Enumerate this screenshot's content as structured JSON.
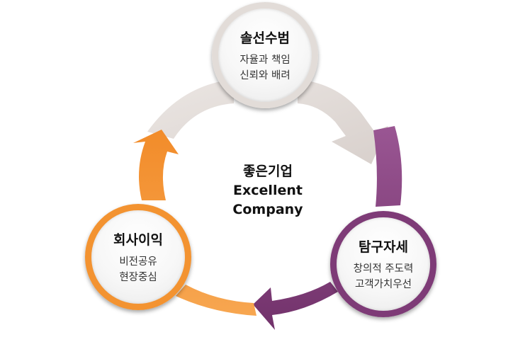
{
  "center": {
    "title_ko": "좋은기업",
    "line1": "Excellent",
    "line2": "Company"
  },
  "nodes": {
    "top": {
      "title": "솔선수범",
      "line1": "자율과 책임",
      "line2": "신뢰와 배려"
    },
    "right": {
      "title": "탐구자세",
      "line1": "창의적 주도력",
      "line2": "고객가치우선"
    },
    "left": {
      "title": "회사이익",
      "line1": "비전공유",
      "line2": "현장중심"
    }
  },
  "colors": {
    "arrow_top": "#e2dcd8",
    "arrow_right": "#8b4a84",
    "arrow_left": "#f59a3c"
  }
}
